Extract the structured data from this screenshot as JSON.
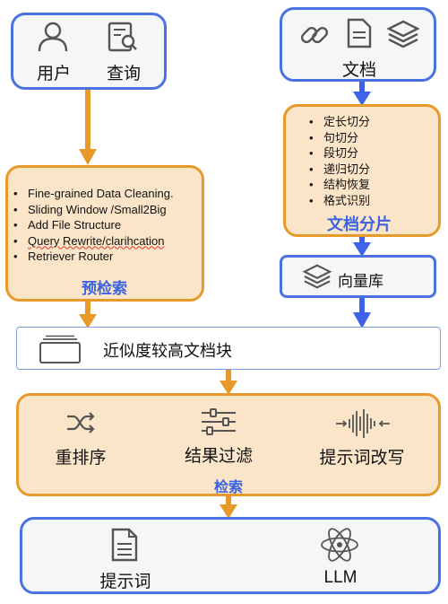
{
  "colors": {
    "blue": "#4a72e0",
    "orange": "#e79a2a",
    "orange_fill": "#fbe5c8",
    "title_blue": "#3a63e2"
  },
  "user_query": {
    "user_label": "用户",
    "query_label": "查询",
    "icons": [
      "user-icon",
      "search-document-icon"
    ]
  },
  "document": {
    "label": "文档",
    "icons": [
      "link-icon",
      "document-icon",
      "layers-icon"
    ]
  },
  "chunking": {
    "title": "文档分片",
    "items": [
      "定长切分",
      "句切分",
      "段切分",
      "递归切分",
      "结构恢复",
      "格式识别"
    ]
  },
  "vector_store": {
    "label": "向量库",
    "icon": "layers-icon"
  },
  "pre_retrieval": {
    "title": "预检索",
    "items": [
      "Fine-grained Data Cleaning.",
      "Sliding Window /Small2Big",
      "Add File Structure",
      "Query Rewrite/clarihcation",
      "Retriever Router"
    ]
  },
  "similar_docs": {
    "label": "近似度较高文档块",
    "icon": "stacked-docs-icon"
  },
  "retrieval": {
    "title": "检索",
    "items": [
      {
        "label": "重排序",
        "icon": "shuffle-icon"
      },
      {
        "label": "结果过滤",
        "icon": "sliders-icon"
      },
      {
        "label": "提示词改写",
        "icon": "waveform-icon"
      }
    ]
  },
  "output": {
    "prompt_label": "提示词",
    "llm_label": "LLM",
    "icons": [
      "document-icon",
      "atom-icon"
    ]
  }
}
